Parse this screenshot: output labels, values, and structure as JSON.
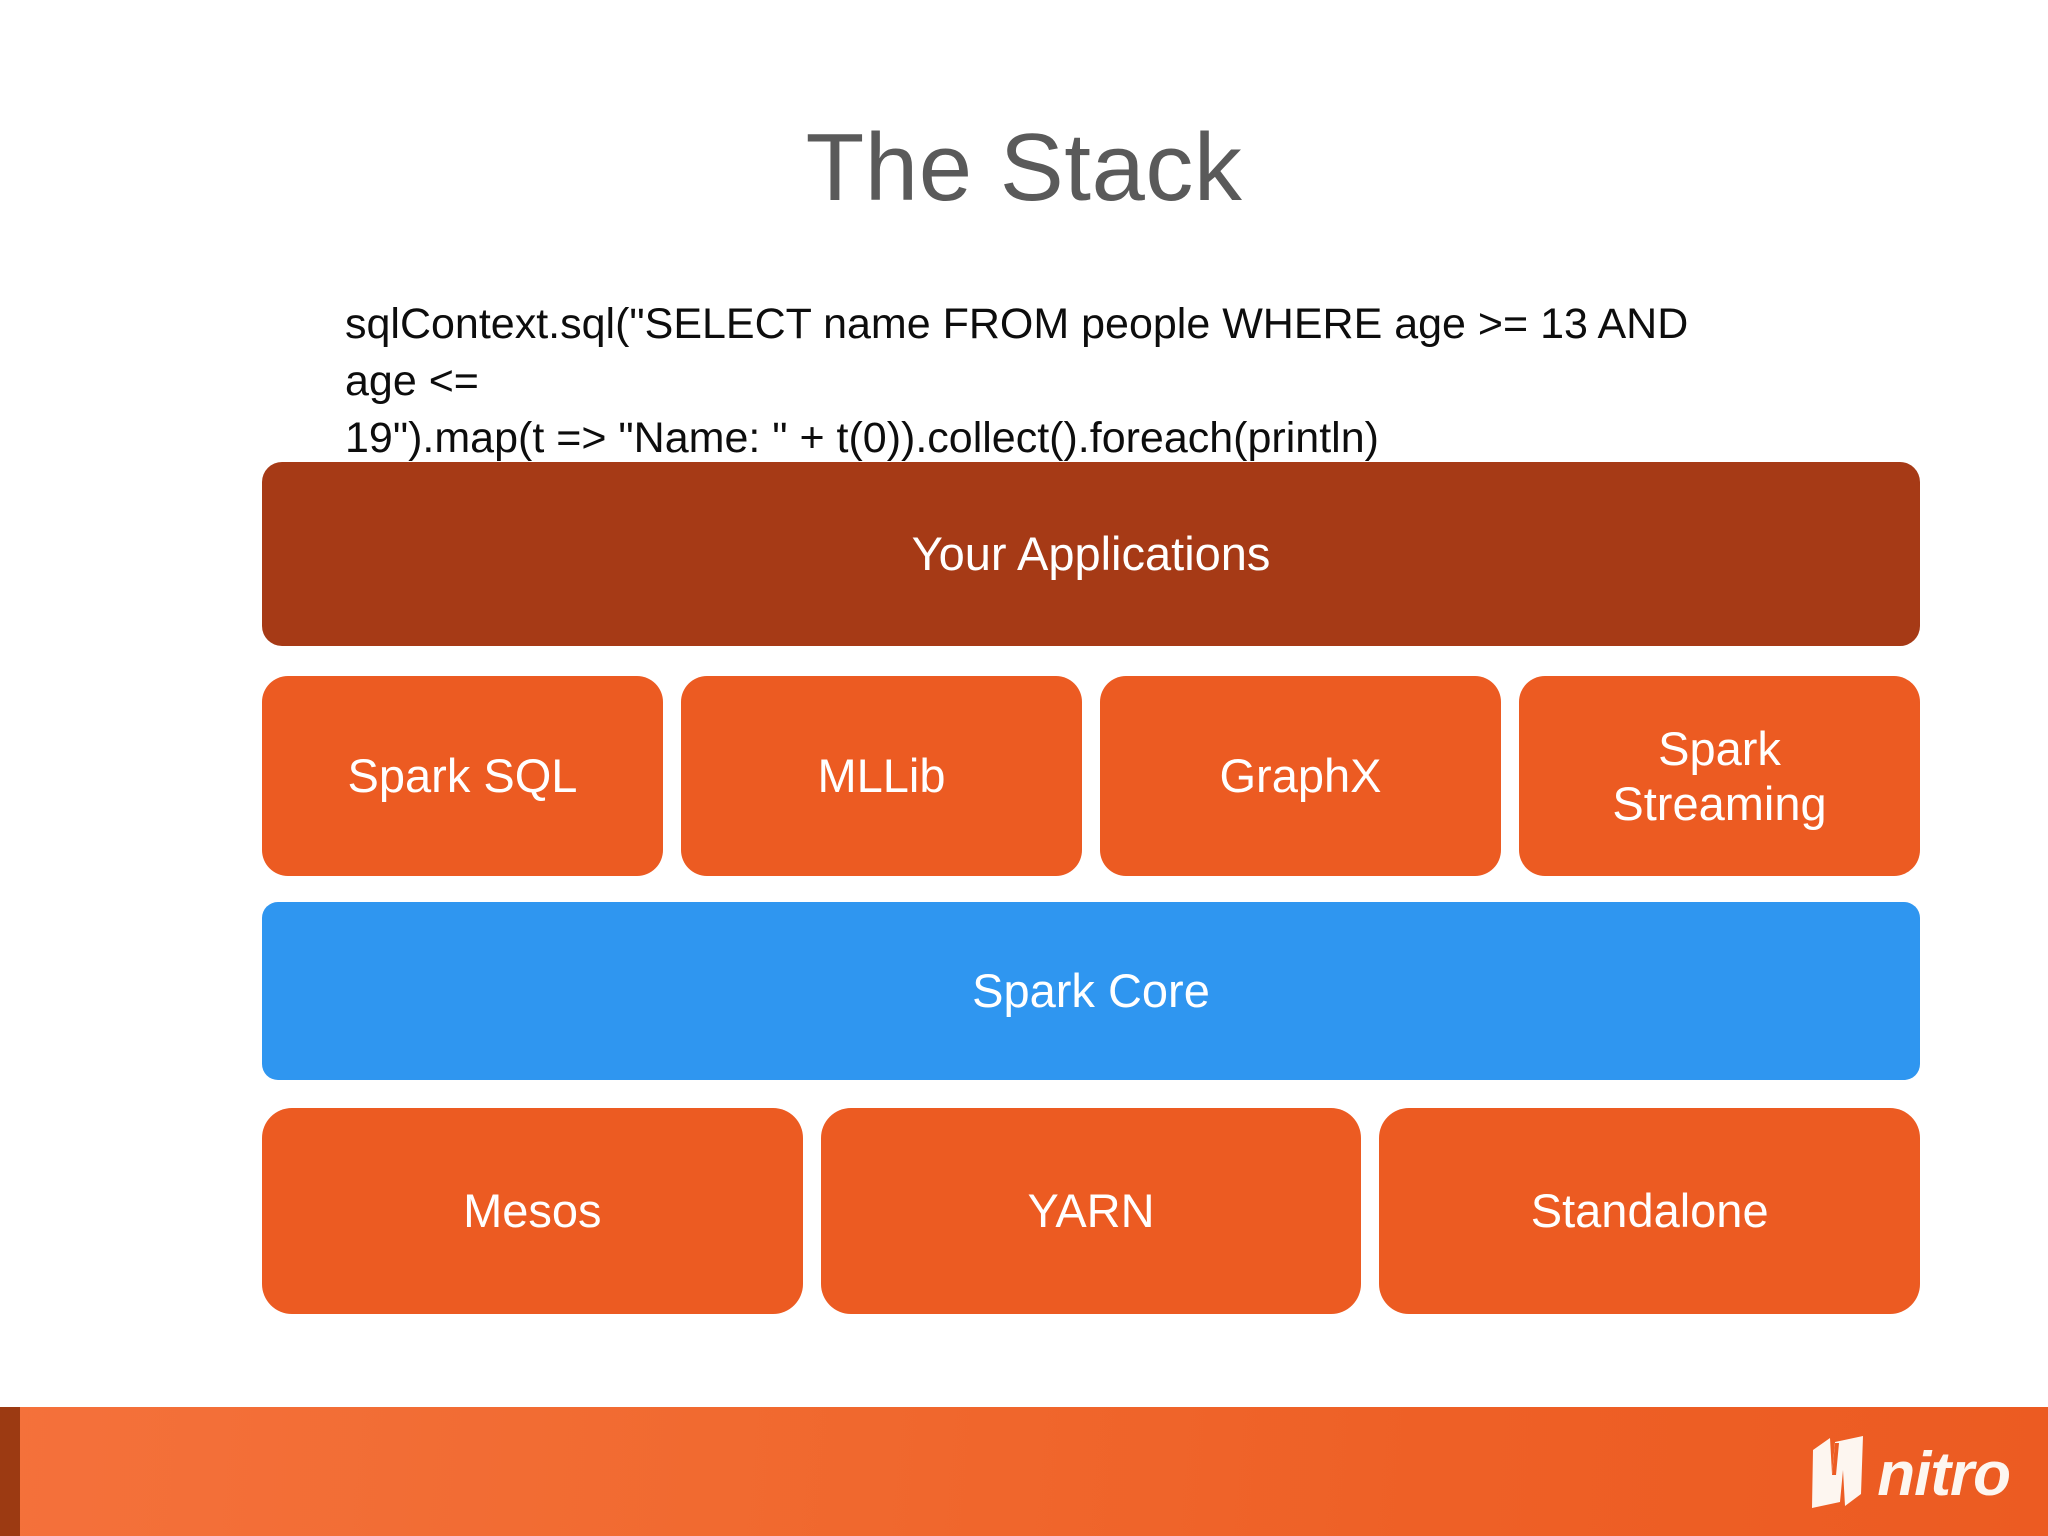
{
  "slide": {
    "title": "The Stack",
    "title_color": "#5a5a5a",
    "background": "#ffffff"
  },
  "code": {
    "line1": "sqlContext.sql(\"SELECT name FROM people WHERE age >= 13 AND age <=",
    "line2": "19\").map(t => \"Name: \" + t(0)).collect().foreach(println)"
  },
  "stack": {
    "applications": {
      "label": "Your Applications",
      "color": "#a63a16"
    },
    "libraries": {
      "color": "#ec5b22",
      "items": [
        {
          "label": "Spark SQL"
        },
        {
          "label": "MLLib"
        },
        {
          "label": "GraphX"
        },
        {
          "label": "Spark\nStreaming"
        }
      ]
    },
    "core": {
      "label": "Spark Core",
      "color": "#2f96f0"
    },
    "cluster_managers": {
      "color": "#ec5b22",
      "items": [
        {
          "label": "Mesos"
        },
        {
          "label": "YARN"
        },
        {
          "label": "Standalone"
        }
      ]
    }
  },
  "footer": {
    "color": "#ec5b22",
    "accent_strip_color": "#9c3a12",
    "logo_text": "nitro",
    "logo_icon": "nitro-n-mark-icon"
  }
}
